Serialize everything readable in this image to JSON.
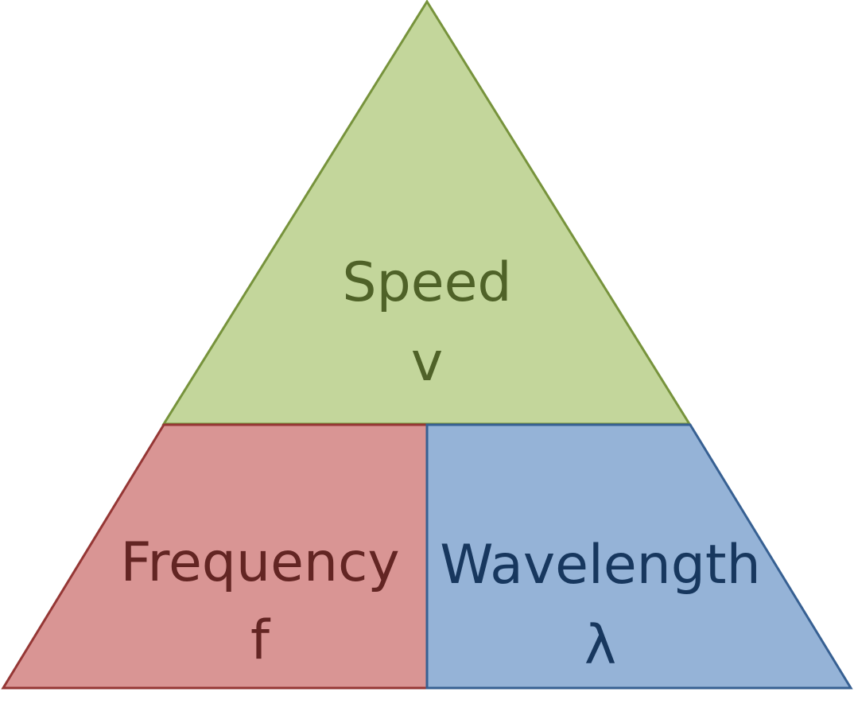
{
  "diagram": {
    "sections": {
      "top": {
        "name": "Speed",
        "symbol": "v",
        "fill": "#c3d69b",
        "stroke": "#77933c",
        "text_color": "#4f6228"
      },
      "bottom_left": {
        "name": "Frequency",
        "symbol": "f",
        "fill": "#d99594",
        "stroke": "#953735",
        "text_color": "#632523"
      },
      "bottom_right": {
        "name": "Wavelength",
        "symbol": "λ",
        "fill": "#95b3d7",
        "stroke": "#376092",
        "text_color": "#17375e"
      }
    }
  }
}
